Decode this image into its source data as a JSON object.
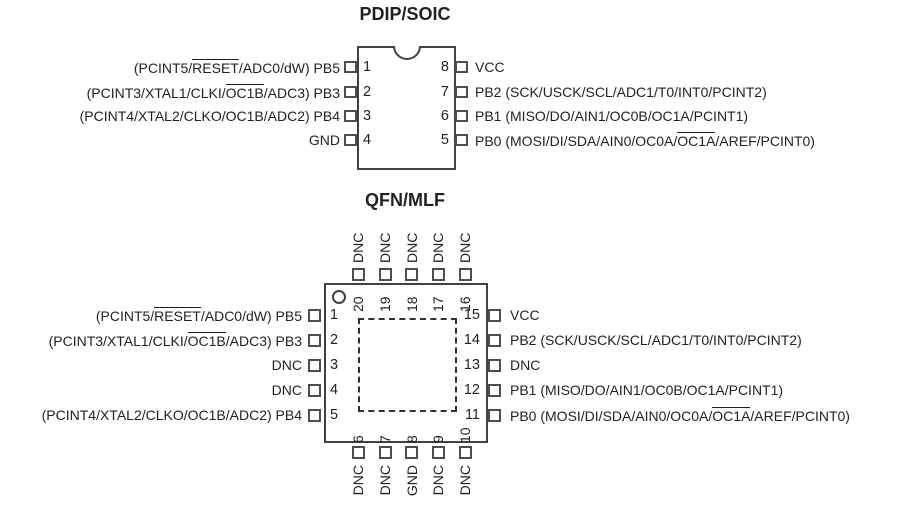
{
  "colors": {
    "background": "#ffffff",
    "line": "#414042",
    "pin_square": "#4d4d4f",
    "text": "#231f20"
  },
  "pdip": {
    "title": "PDIP/SOIC",
    "left_pins": [
      {
        "num": "1",
        "segments": [
          {
            "t": "(PCINT5/"
          },
          {
            "t": "RESET",
            "over": true
          },
          {
            "t": "/ADC0/dW) PB5"
          }
        ]
      },
      {
        "num": "2",
        "segments": [
          {
            "t": "(PCINT3/XTAL1/CLKI/"
          },
          {
            "t": "OC1B",
            "over": true
          },
          {
            "t": "/ADC3) PB3"
          }
        ]
      },
      {
        "num": "3",
        "segments": [
          {
            "t": "(PCINT4/XTAL2/CLKO/OC1B/ADC2) PB4"
          }
        ]
      },
      {
        "num": "4",
        "segments": [
          {
            "t": "GND"
          }
        ]
      }
    ],
    "right_pins": [
      {
        "num": "8",
        "segments": [
          {
            "t": "VCC"
          }
        ]
      },
      {
        "num": "7",
        "segments": [
          {
            "t": "PB2 (SCK/USCK/SCL/ADC1/T0/INT0/PCINT2)"
          }
        ]
      },
      {
        "num": "6",
        "segments": [
          {
            "t": "PB1 (MISO/DO/AIN1/OC0B/OC1A/PCINT1)"
          }
        ]
      },
      {
        "num": "5",
        "segments": [
          {
            "t": "PB0 (MOSI/DI/SDA/AIN0/OC0A/"
          },
          {
            "t": "OC1A",
            "over": true
          },
          {
            "t": "/AREF/PCINT0)"
          }
        ]
      }
    ]
  },
  "qfn": {
    "title": "QFN/MLF",
    "top_pins": [
      {
        "num": "20",
        "label": "DNC"
      },
      {
        "num": "19",
        "label": "DNC"
      },
      {
        "num": "18",
        "label": "DNC"
      },
      {
        "num": "17",
        "label": "DNC"
      },
      {
        "num": "16",
        "label": "DNC"
      }
    ],
    "left_pins": [
      {
        "num": "1",
        "segments": [
          {
            "t": "(PCINT5/"
          },
          {
            "t": "RESET",
            "over": true
          },
          {
            "t": "/ADC0/dW) PB5"
          }
        ]
      },
      {
        "num": "2",
        "segments": [
          {
            "t": "(PCINT3/XTAL1/CLKI/"
          },
          {
            "t": "OC1B",
            "over": true
          },
          {
            "t": "/ADC3) PB3"
          }
        ]
      },
      {
        "num": "3",
        "segments": [
          {
            "t": "DNC"
          }
        ]
      },
      {
        "num": "4",
        "segments": [
          {
            "t": "DNC"
          }
        ]
      },
      {
        "num": "5",
        "segments": [
          {
            "t": "(PCINT4/XTAL2/CLKO/OC1B/ADC2) PB4"
          }
        ]
      }
    ],
    "right_pins": [
      {
        "num": "15",
        "segments": [
          {
            "t": "VCC"
          }
        ]
      },
      {
        "num": "14",
        "segments": [
          {
            "t": "PB2 (SCK/USCK/SCL/ADC1/T0/INT0/PCINT2)"
          }
        ]
      },
      {
        "num": "13",
        "segments": [
          {
            "t": "DNC"
          }
        ]
      },
      {
        "num": "12",
        "segments": [
          {
            "t": "PB1 (MISO/DO/AIN1/OC0B/OC1A/PCINT1)"
          }
        ]
      },
      {
        "num": "11",
        "segments": [
          {
            "t": "PB0 (MOSI/DI/SDA/AIN0/OC0A/"
          },
          {
            "t": "OC1A",
            "over": true
          },
          {
            "t": "/AREF/PCINT0)"
          }
        ]
      }
    ],
    "bottom_pins": [
      {
        "num": "6",
        "label": "DNC"
      },
      {
        "num": "7",
        "label": "DNC"
      },
      {
        "num": "8",
        "label": "GND"
      },
      {
        "num": "9",
        "label": "DNC"
      },
      {
        "num": "10",
        "label": "DNC"
      }
    ]
  }
}
